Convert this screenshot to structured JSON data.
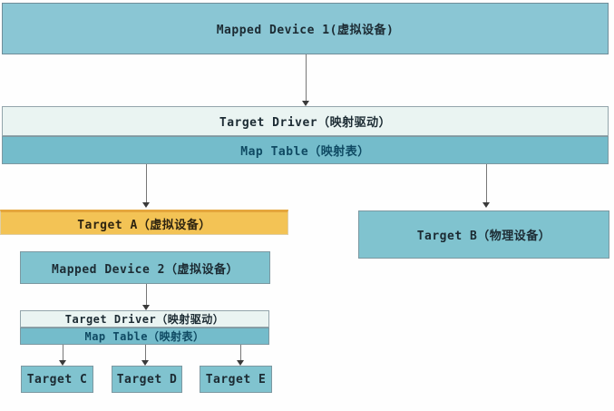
{
  "diagram": {
    "title": "Device Mapper architecture diagram",
    "colors": {
      "teal_box": "#8AC6D4",
      "teal_bar": "#74BCCB",
      "teal_small": "#80C3CF",
      "light_bar": "#EAF4F2",
      "orange_box": "#F3C355",
      "orange_top_edge": "#E5A63C",
      "arrow": "#3A3A3A",
      "text": "#1C2B33",
      "map_table_text": "#0F4A63"
    },
    "nodes": {
      "mapped_device_1": "Mapped Device 1(虚拟设备)",
      "target_driver_1": "Target Driver（映射驱动）",
      "map_table_1": "Map Table（映射表）",
      "target_a": "Target A（虚拟设备）",
      "target_b": "Target B（物理设备）",
      "mapped_device_2": "Mapped Device 2（虚拟设备）",
      "target_driver_2": "Target Driver（映射驱动）",
      "map_table_2": "Map Table（映射表）",
      "target_c": "Target C",
      "target_d": "Target D",
      "target_e": "Target E"
    }
  }
}
